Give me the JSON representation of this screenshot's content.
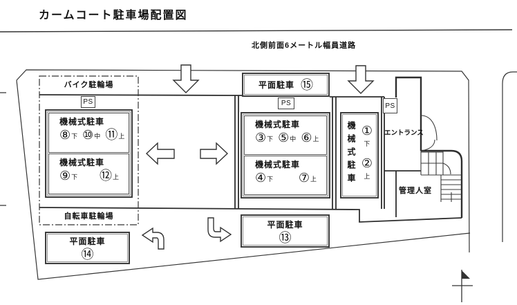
{
  "page": {
    "title": "カームコート駐車場配置図",
    "road_label": "北側前面6メートル幅員道路"
  },
  "labels": {
    "bike_parking": "バイク駐輪場",
    "bicycle_parking": "自転車駐輪場",
    "entrance": "エントランス",
    "manager_room": "管理人室",
    "ps": "PS"
  },
  "stalls": {
    "flat_top": {
      "label": "平面駐車",
      "num": "⑮"
    },
    "flat_mid": {
      "label": "平面駐車",
      "num": "⑬"
    },
    "flat_bottom": {
      "label": "平面駐車",
      "num": "⑭"
    },
    "left_upper": {
      "title": "機械式駐車",
      "slots": [
        {
          "num": "⑧",
          "tier": "下"
        },
        {
          "num": "⑩",
          "tier": "中"
        },
        {
          "num": "⑪",
          "tier": "上"
        }
      ]
    },
    "left_lower": {
      "title": "機械式駐車",
      "slots": [
        {
          "num": "⑨",
          "tier": "下"
        },
        {
          "num": "⑫",
          "tier": "上"
        }
      ]
    },
    "center_upper": {
      "title": "機械式駐車",
      "slots": [
        {
          "num": "③",
          "tier": "下"
        },
        {
          "num": "⑤",
          "tier": "中"
        },
        {
          "num": "⑥",
          "tier": "上"
        }
      ]
    },
    "center_lower": {
      "title": "機械式駐車",
      "slots": [
        {
          "num": "④",
          "tier": "下"
        },
        {
          "num": "⑦",
          "tier": "上"
        }
      ]
    },
    "right_bay": {
      "title": "機械式駐車",
      "slots": [
        {
          "num": "①",
          "tier": "下"
        },
        {
          "num": "②",
          "tier": "上"
        }
      ]
    }
  },
  "colors": {
    "line": "#333333",
    "text": "#111111",
    "background": "#ffffff"
  }
}
